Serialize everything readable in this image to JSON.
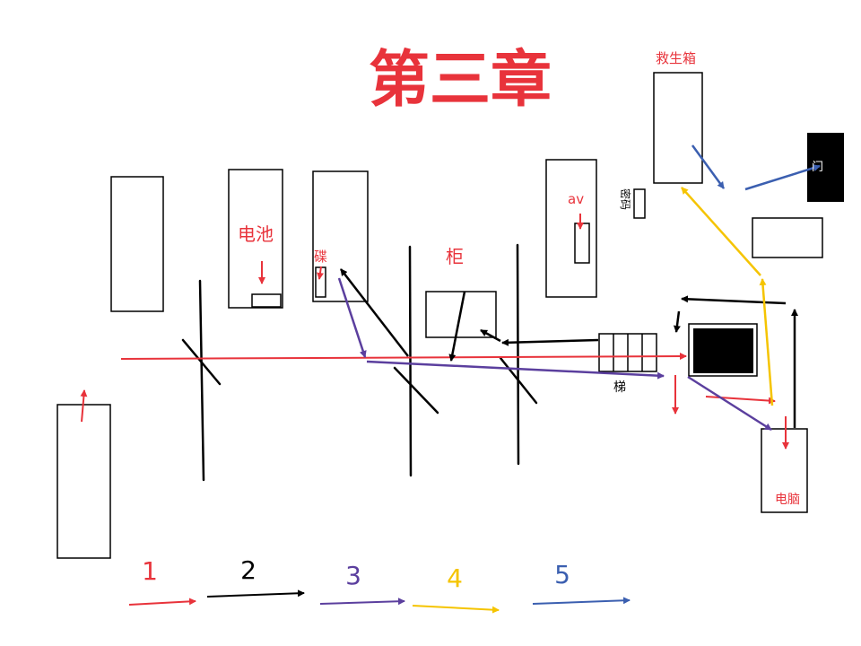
{
  "title": "第三章",
  "labels": {
    "battery": "电池",
    "disc": "碟",
    "cabinet": "柜",
    "av": "av",
    "password": "密码",
    "ladder": "梯",
    "rescue_box": "救生箱",
    "door": "门",
    "computer": "电脑"
  },
  "legend": [
    {
      "number": "1",
      "color": "#e8333b"
    },
    {
      "number": "2",
      "color": "#000000"
    },
    {
      "number": "3",
      "color": "#5b3f9e"
    },
    {
      "number": "4",
      "color": "#f5c400"
    },
    {
      "number": "5",
      "color": "#3b5fb0"
    }
  ]
}
